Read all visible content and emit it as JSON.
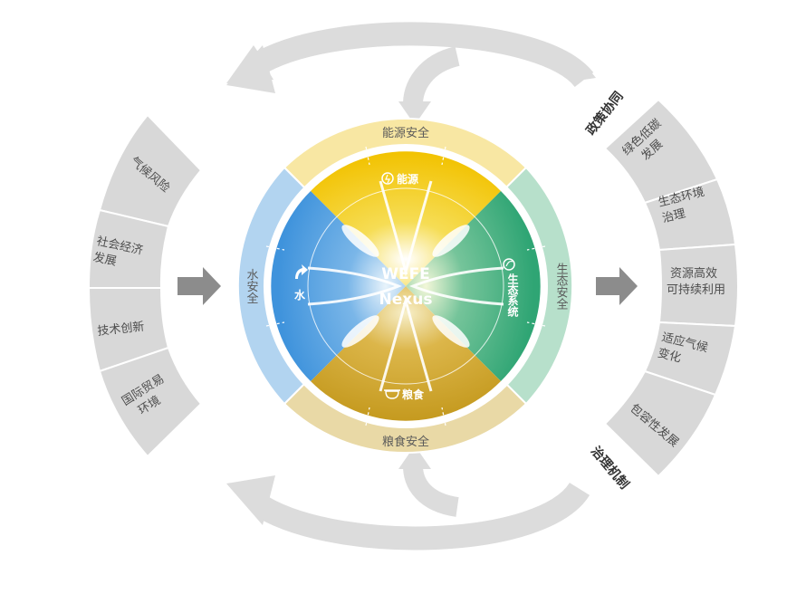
{
  "center": {
    "line1": "WEFE",
    "line2": "Nexus"
  },
  "inner": {
    "energy": "能源",
    "water": "水",
    "ecosystem": "生态系统",
    "food": "粮食"
  },
  "outer_ring": {
    "energy_security": "能源安全",
    "water_security": "水安全",
    "ecosystem_security": "生态安全",
    "food_security": "粮食安全"
  },
  "left_drivers": [
    {
      "line1": "气候风险",
      "line2": ""
    },
    {
      "line1": "社会经济",
      "line2": "发展"
    },
    {
      "line1": "技术创新",
      "line2": ""
    },
    {
      "line1": "国际贸易",
      "line2": "环境"
    }
  ],
  "right_outcomes": [
    {
      "line1": "绿色低碳",
      "line2": "发展"
    },
    {
      "line1": "生态环境",
      "line2": "治理"
    },
    {
      "line1": "资源高效",
      "line2": "可持续利用"
    },
    {
      "line1": "适应气候",
      "line2": "变化"
    },
    {
      "line1": "包容性发展",
      "line2": ""
    }
  ],
  "labels": {
    "policy_coordination": "政策协同",
    "governance_mechanism": "治理机制"
  },
  "colors": {
    "energy": "#f2c200",
    "water": "#3f93dc",
    "ecosystem": "#3aab7c",
    "food": "#c9a12a",
    "energy_ring": "#f8e7a3",
    "water_ring": "#b2d4f0",
    "ecosystem_ring": "#b7e0cb",
    "food_ring": "#e9d9a6",
    "side_panel": "#d7d7d7",
    "arrow": "#dcdcdc",
    "side_arrow": "#8c8c8c"
  }
}
